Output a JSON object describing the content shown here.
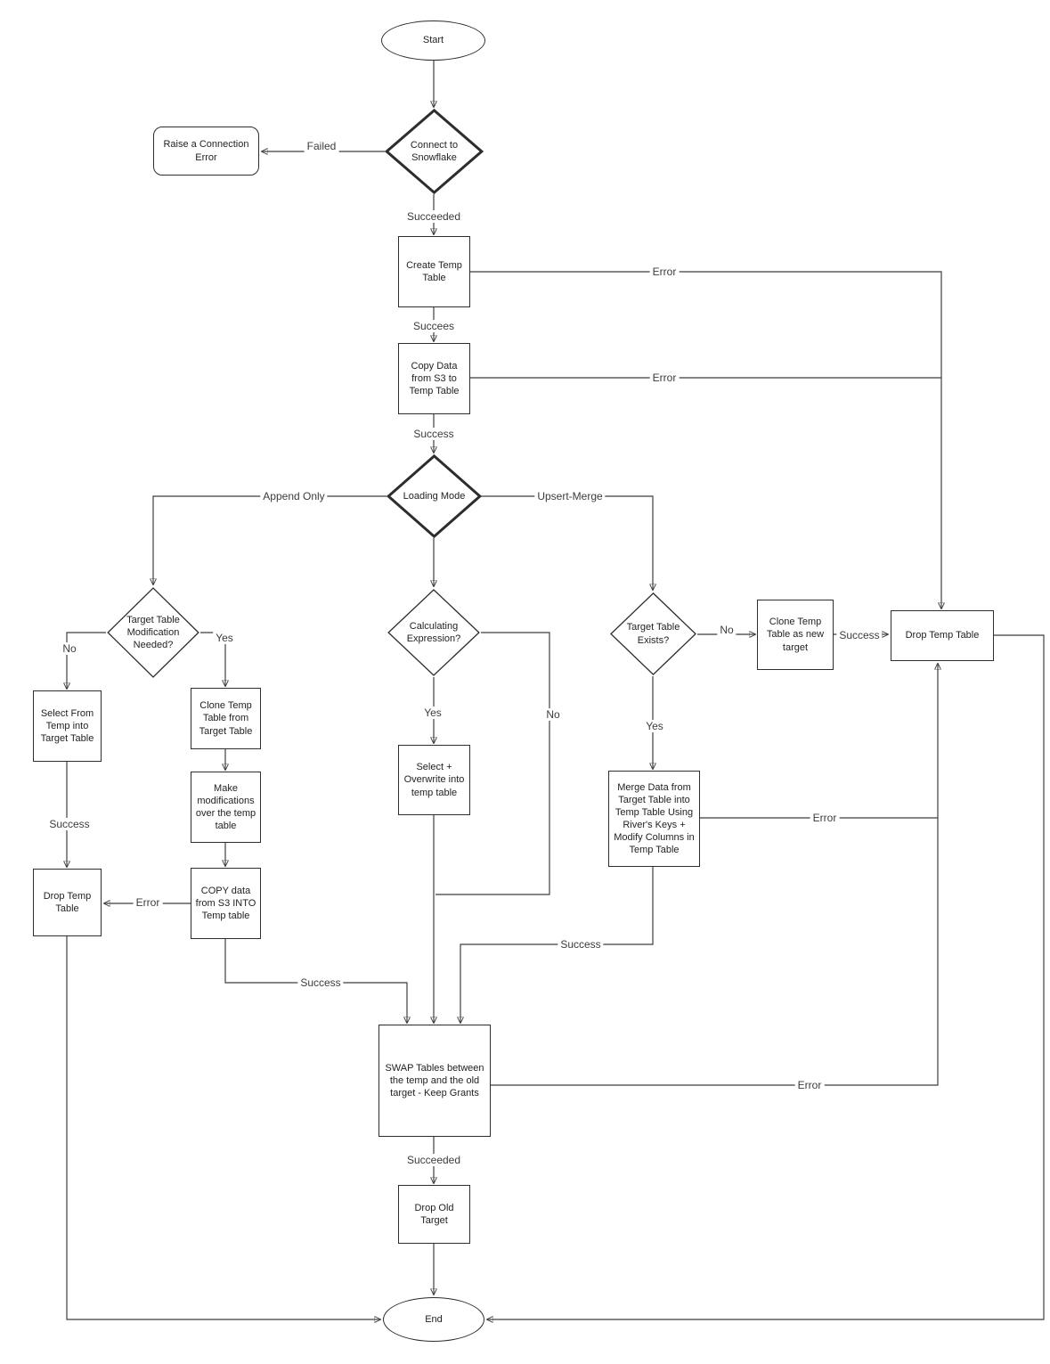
{
  "diagram": {
    "nodes": {
      "start": "Start",
      "connect_to_snowflake": "Connect to Snowflake",
      "raise_connection_error": "Raise a Connection Error",
      "create_temp_table": "Create Temp Table",
      "copy_data_s3_to_temp": "Copy Data from S3 to Temp Table",
      "loading_mode": "Loading Mode",
      "target_table_modification": "Target Table Modification Needed?",
      "calculating_expression": "Calculating Expression?",
      "target_table_exists": "Target Table Exists?",
      "clone_temp_as_new_target": "Clone Temp Table as new target",
      "drop_temp_table_right": "Drop Temp Table",
      "select_from_temp": "Select From Temp into Target Table",
      "clone_temp_from_target": "Clone Temp Table from Target Table",
      "make_modifications": "Make modifications over the temp table",
      "copy_data_s3_into_temp": "COPY data from S3 INTO Temp table",
      "drop_temp_table_left": "Drop Temp Table",
      "select_overwrite": "Select + Overwrite into temp table",
      "merge_data": "Merge Data from Target Table into Temp Table Using River's Keys + Modify Columns in Temp Table",
      "swap_tables": "SWAP Tables between the temp and the old target - Keep Grants",
      "drop_old_target": "Drop Old Target",
      "end": "End"
    },
    "edge_labels": {
      "failed": "Failed",
      "succeeded_top": "Succeeded",
      "error_create_temp": "Error",
      "succees": "Succees",
      "error_copy_data": "Error",
      "success_copy": "Success",
      "append_only": "Append Only",
      "upsert_merge": "Upsert-Merge",
      "ttm_no": "No",
      "ttm_yes": "Yes",
      "ce_yes": "Yes",
      "ce_no": "No",
      "tte_no": "No",
      "clone_success": "Success",
      "tte_yes": "Yes",
      "select_success": "Success",
      "copy_into_error": "Error",
      "merge_error": "Error",
      "merge_success": "Success",
      "copy_success_swap": "Success",
      "swap_error": "Error",
      "swap_succeeded": "Succeeded"
    }
  }
}
